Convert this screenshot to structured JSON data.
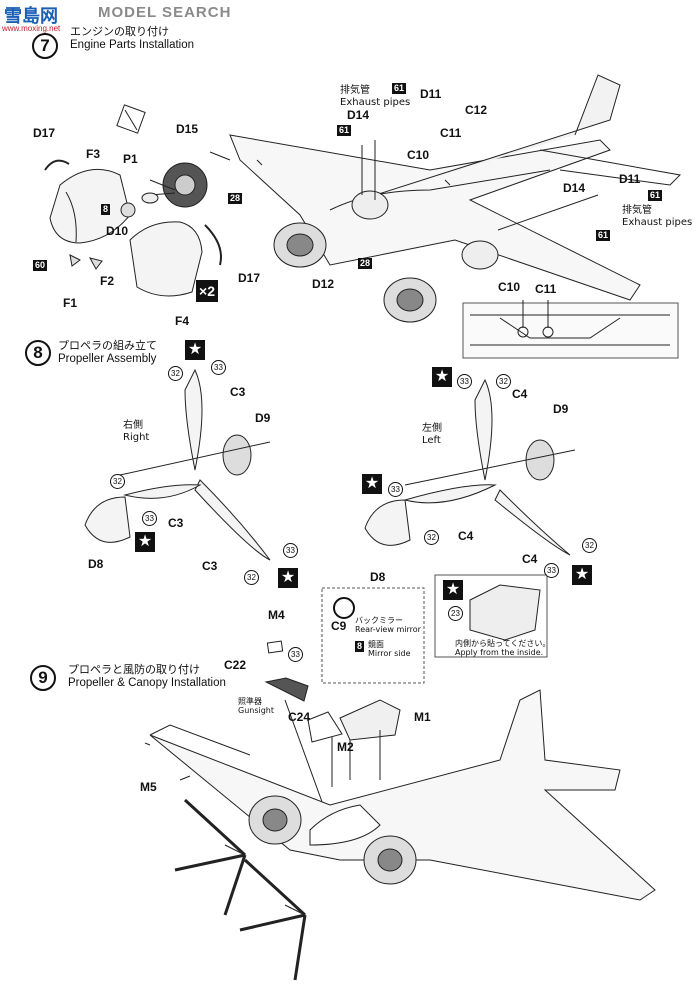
{
  "watermark": {
    "site_cn": "雪島网",
    "search": "MODEL SEARCH",
    "url": "www.moxing.net"
  },
  "steps": [
    {
      "num": "7",
      "jp": "エンジンの取り付け",
      "en": "Engine Parts Installation"
    },
    {
      "num": "8",
      "jp": "プロペラの組み立て",
      "en": "Propeller Assembly"
    },
    {
      "num": "9",
      "jp": "プロペラと風防の取り付け",
      "en": "Propeller & Canopy Installation"
    }
  ],
  "step7": {
    "parts": {
      "D17a": "D17",
      "F3": "F3",
      "D15": "D15",
      "P1": "P1",
      "D10": "D10",
      "F2": "F2",
      "F1": "F1",
      "F4": "F4",
      "D17b": "D17"
    },
    "counts": {
      "n8": "8",
      "n28": "28",
      "n60": "60",
      "x2": "×2"
    },
    "plane": {
      "exhaust_jp": "排気管",
      "exhaust_en": "Exhaust pipes",
      "D11": "D11",
      "D14": "D14",
      "C12": "C12",
      "C11": "C11",
      "C10": "C10",
      "D12": "D12",
      "n61a": "61",
      "n61b": "61",
      "n61c": "61",
      "n61d": "61",
      "n28": "28",
      "inset_C10": "C10",
      "inset_C11": "C11",
      "exhaust2_jp": "排気管",
      "exhaust2_en": "Exhaust pipes",
      "D14b": "D14",
      "D11b": "D11"
    }
  },
  "step8": {
    "right": {
      "jp": "右側",
      "en": "Right",
      "C3a": "C3",
      "D9": "D9",
      "C3b": "C3",
      "C3c": "C3",
      "D8": "D8",
      "n32a": "32",
      "n33a": "33",
      "n32b": "32",
      "n33b": "33",
      "n32c": "32",
      "n33c": "33"
    },
    "left": {
      "jp": "左側",
      "en": "Left",
      "C4a": "C4",
      "D9": "D9",
      "C4b": "C4",
      "C4c": "C4",
      "D8": "D8",
      "n33a": "33",
      "n32a": "32",
      "n33b": "33",
      "n32b": "32",
      "n32c": "32",
      "n33c": "33"
    }
  },
  "step9": {
    "M4": "M4",
    "C22": "C22",
    "C24": "C24",
    "n33": "33",
    "gunsight_jp": "照準器",
    "gunsight_en": "Gunsight",
    "C9": "C9",
    "mirror_jp": "バックミラー",
    "mirror_en": "Rear-view mirror",
    "mirrorside_jp": "鏡面",
    "mirrorside_en": "Mirror side",
    "n8": "8",
    "M1": "M1",
    "M2": "M2",
    "M5": "M5",
    "inside_jp": "内側から貼ってください。",
    "inside_en": "Apply from the inside.",
    "n23": "23"
  }
}
